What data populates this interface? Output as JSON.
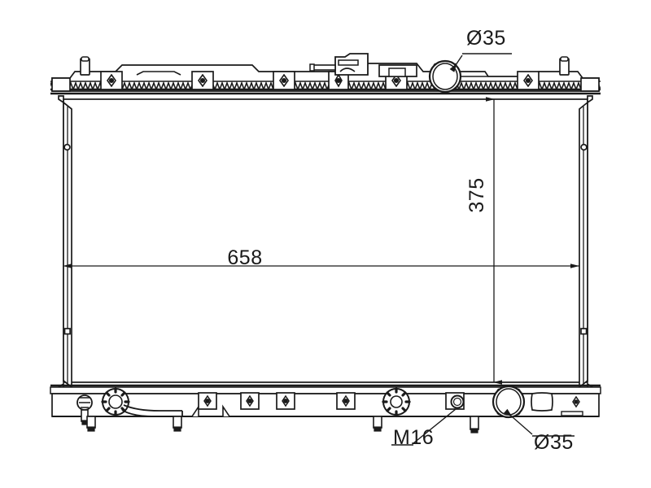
{
  "drawing": {
    "type": "engineering-outline-drawing",
    "subject": "automotive radiator",
    "view": "front elevation",
    "units": "mm",
    "background_color": "#ffffff",
    "line_color": "#1a1a1a",
    "text_color": "#1a1a1a"
  },
  "dimensions": {
    "width": {
      "label": "658",
      "name": "core-width",
      "orientation": "horizontal",
      "value": 658,
      "units": "mm"
    },
    "height": {
      "label": "375",
      "name": "core-height",
      "orientation": "vertical",
      "value": 375,
      "units": "mm"
    }
  },
  "callouts": {
    "inlet": {
      "label": "Ø35",
      "name": "inlet-port-diameter",
      "value": 35,
      "symbol": "Ø",
      "units": "mm",
      "location": "top tank, right of center"
    },
    "outlet": {
      "label": "Ø35",
      "name": "outlet-port-diameter",
      "value": 35,
      "symbol": "Ø",
      "units": "mm",
      "location": "bottom tank, right"
    },
    "thread": {
      "label": "M16",
      "name": "drain-thread-size",
      "value": "M16",
      "units": "metric thread",
      "location": "bottom tank, center right"
    }
  },
  "components": {
    "core": "radiator-core-panel",
    "top_tank": "top-tank",
    "bottom_tank": "bottom-tank",
    "left_rail": "left-side-rail",
    "right_rail": "right-side-rail",
    "filler_neck": "filler-neck-cap",
    "drain_cock": "drain-cock",
    "bracket_count_top": 5,
    "bracket_count_bottom": 5,
    "mounting_pin_count": 4
  }
}
